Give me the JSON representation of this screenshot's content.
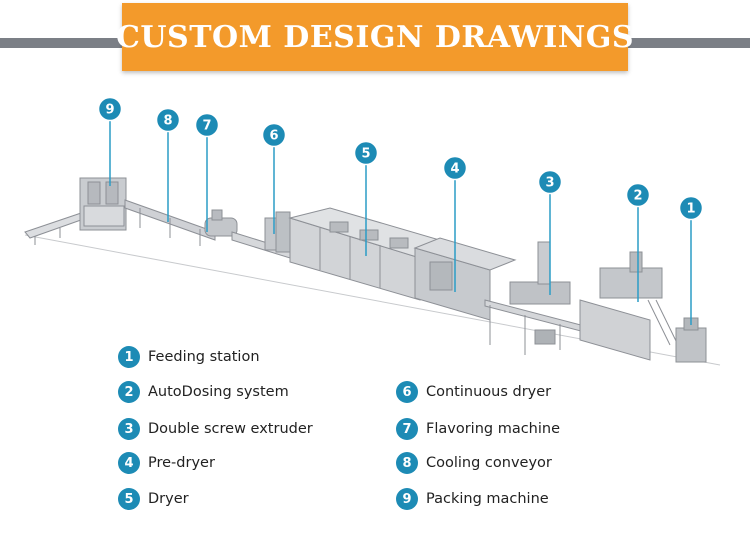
{
  "header": {
    "title": "CUSTOM DESIGN DRAWINGS"
  },
  "colors": {
    "banner": "#f39a2b",
    "stripe": "#7b7f86",
    "badge": "#1d8bb5"
  },
  "markers": [
    "1",
    "2",
    "3",
    "4",
    "5",
    "6",
    "7",
    "8",
    "9"
  ],
  "legend": [
    {
      "num": "1",
      "label": "Feeding station"
    },
    {
      "num": "2",
      "label": "AutoDosing system"
    },
    {
      "num": "3",
      "label": "Double screw extruder"
    },
    {
      "num": "4",
      "label": "Pre-dryer"
    },
    {
      "num": "5",
      "label": "Dryer"
    },
    {
      "num": "6",
      "label": "Continuous dryer"
    },
    {
      "num": "7",
      "label": "Flavoring machine"
    },
    {
      "num": "8",
      "label": "Cooling conveyor"
    },
    {
      "num": "9",
      "label": "Packing machine"
    }
  ]
}
